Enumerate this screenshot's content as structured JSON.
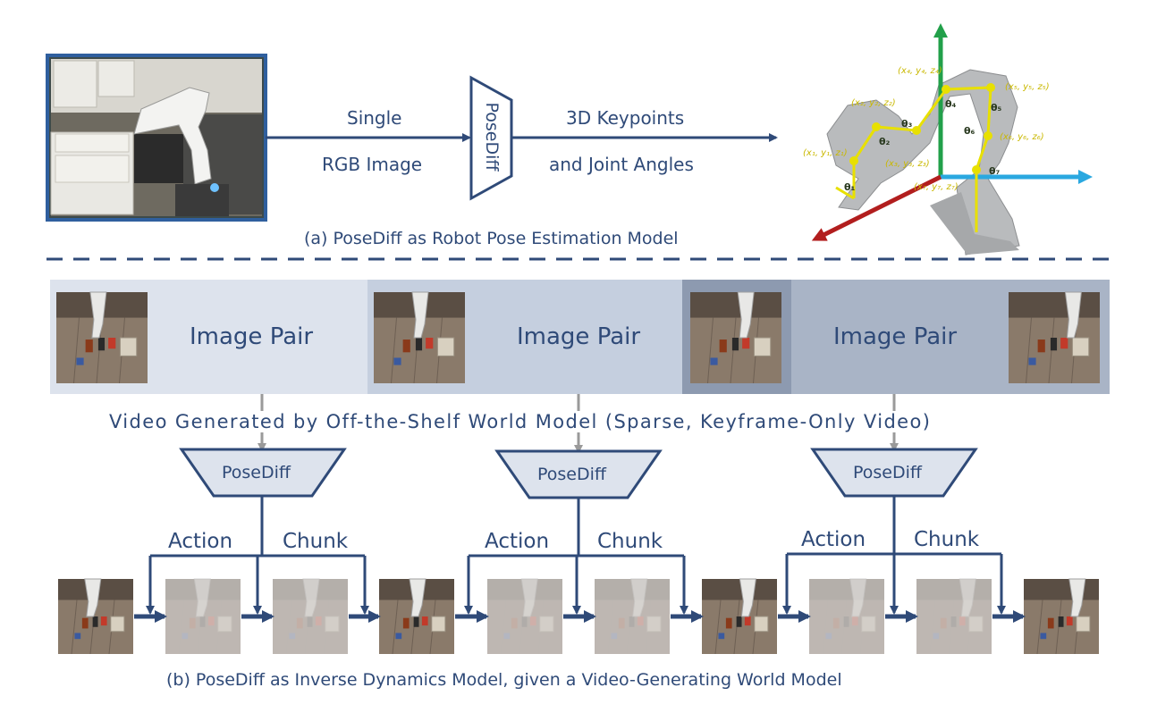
{
  "part_a": {
    "input_label_line1": "Single",
    "input_label_line2": "RGB Image",
    "model_name": "PoseDiff",
    "output_label_line1": "3D Keypoints",
    "output_label_line2": "and Joint Angles",
    "caption": "(a) PoseDiff as Robot Pose Estimation Model",
    "keypoints": [
      {
        "name": "k1",
        "label": "(x₁, y₁, z₁)"
      },
      {
        "name": "k2",
        "label": "(x₂, y₂, z₂)"
      },
      {
        "name": "k3",
        "label": "(x₃, y₃, z₃)"
      },
      {
        "name": "k4",
        "label": "(x₄, y₄, z₄)"
      },
      {
        "name": "k5",
        "label": "(x₅, y₅, z₅)"
      },
      {
        "name": "k6",
        "label": "(x₆, y₆, z₆)"
      },
      {
        "name": "k7",
        "label": "(x₇, y₇, z₇)"
      }
    ],
    "joint_angles": [
      {
        "name": "t1",
        "label": "θ₁"
      },
      {
        "name": "t2",
        "label": "θ₂"
      },
      {
        "name": "t3",
        "label": "θ₃"
      },
      {
        "name": "t4",
        "label": "θ₄"
      },
      {
        "name": "t5",
        "label": "θ₅"
      },
      {
        "name": "t6",
        "label": "θ₆"
      },
      {
        "name": "t7",
        "label": "θ₇"
      }
    ]
  },
  "part_b": {
    "image_pair_labels": [
      "Image Pair",
      "Image Pair",
      "Image Pair"
    ],
    "video_caption": "Video Generated by Off-the-Shelf World Model (Sparse, Keyframe-Only Video)",
    "model_names": [
      "PoseDiff",
      "PoseDiff",
      "PoseDiff"
    ],
    "action_chunk_labels": [
      {
        "action": "Action",
        "chunk": "Chunk"
      },
      {
        "action": "Action",
        "chunk": "Chunk"
      },
      {
        "action": "Action",
        "chunk": "Chunk"
      }
    ],
    "caption": "(b) PoseDiff as Inverse Dynamics Model, given a Video-Generating World Model"
  },
  "colors": {
    "primary": "#2f4a78",
    "axis_up": "#22a04a",
    "axis_right": "#2aa8e0",
    "axis_down": "#b21e1e",
    "keypoint": "#e8e000",
    "band_light": "#dde3ed",
    "band_mid": "#c5cfdf",
    "band_dark": "#a9b4c6",
    "band_edge": "#8d9ab0"
  }
}
